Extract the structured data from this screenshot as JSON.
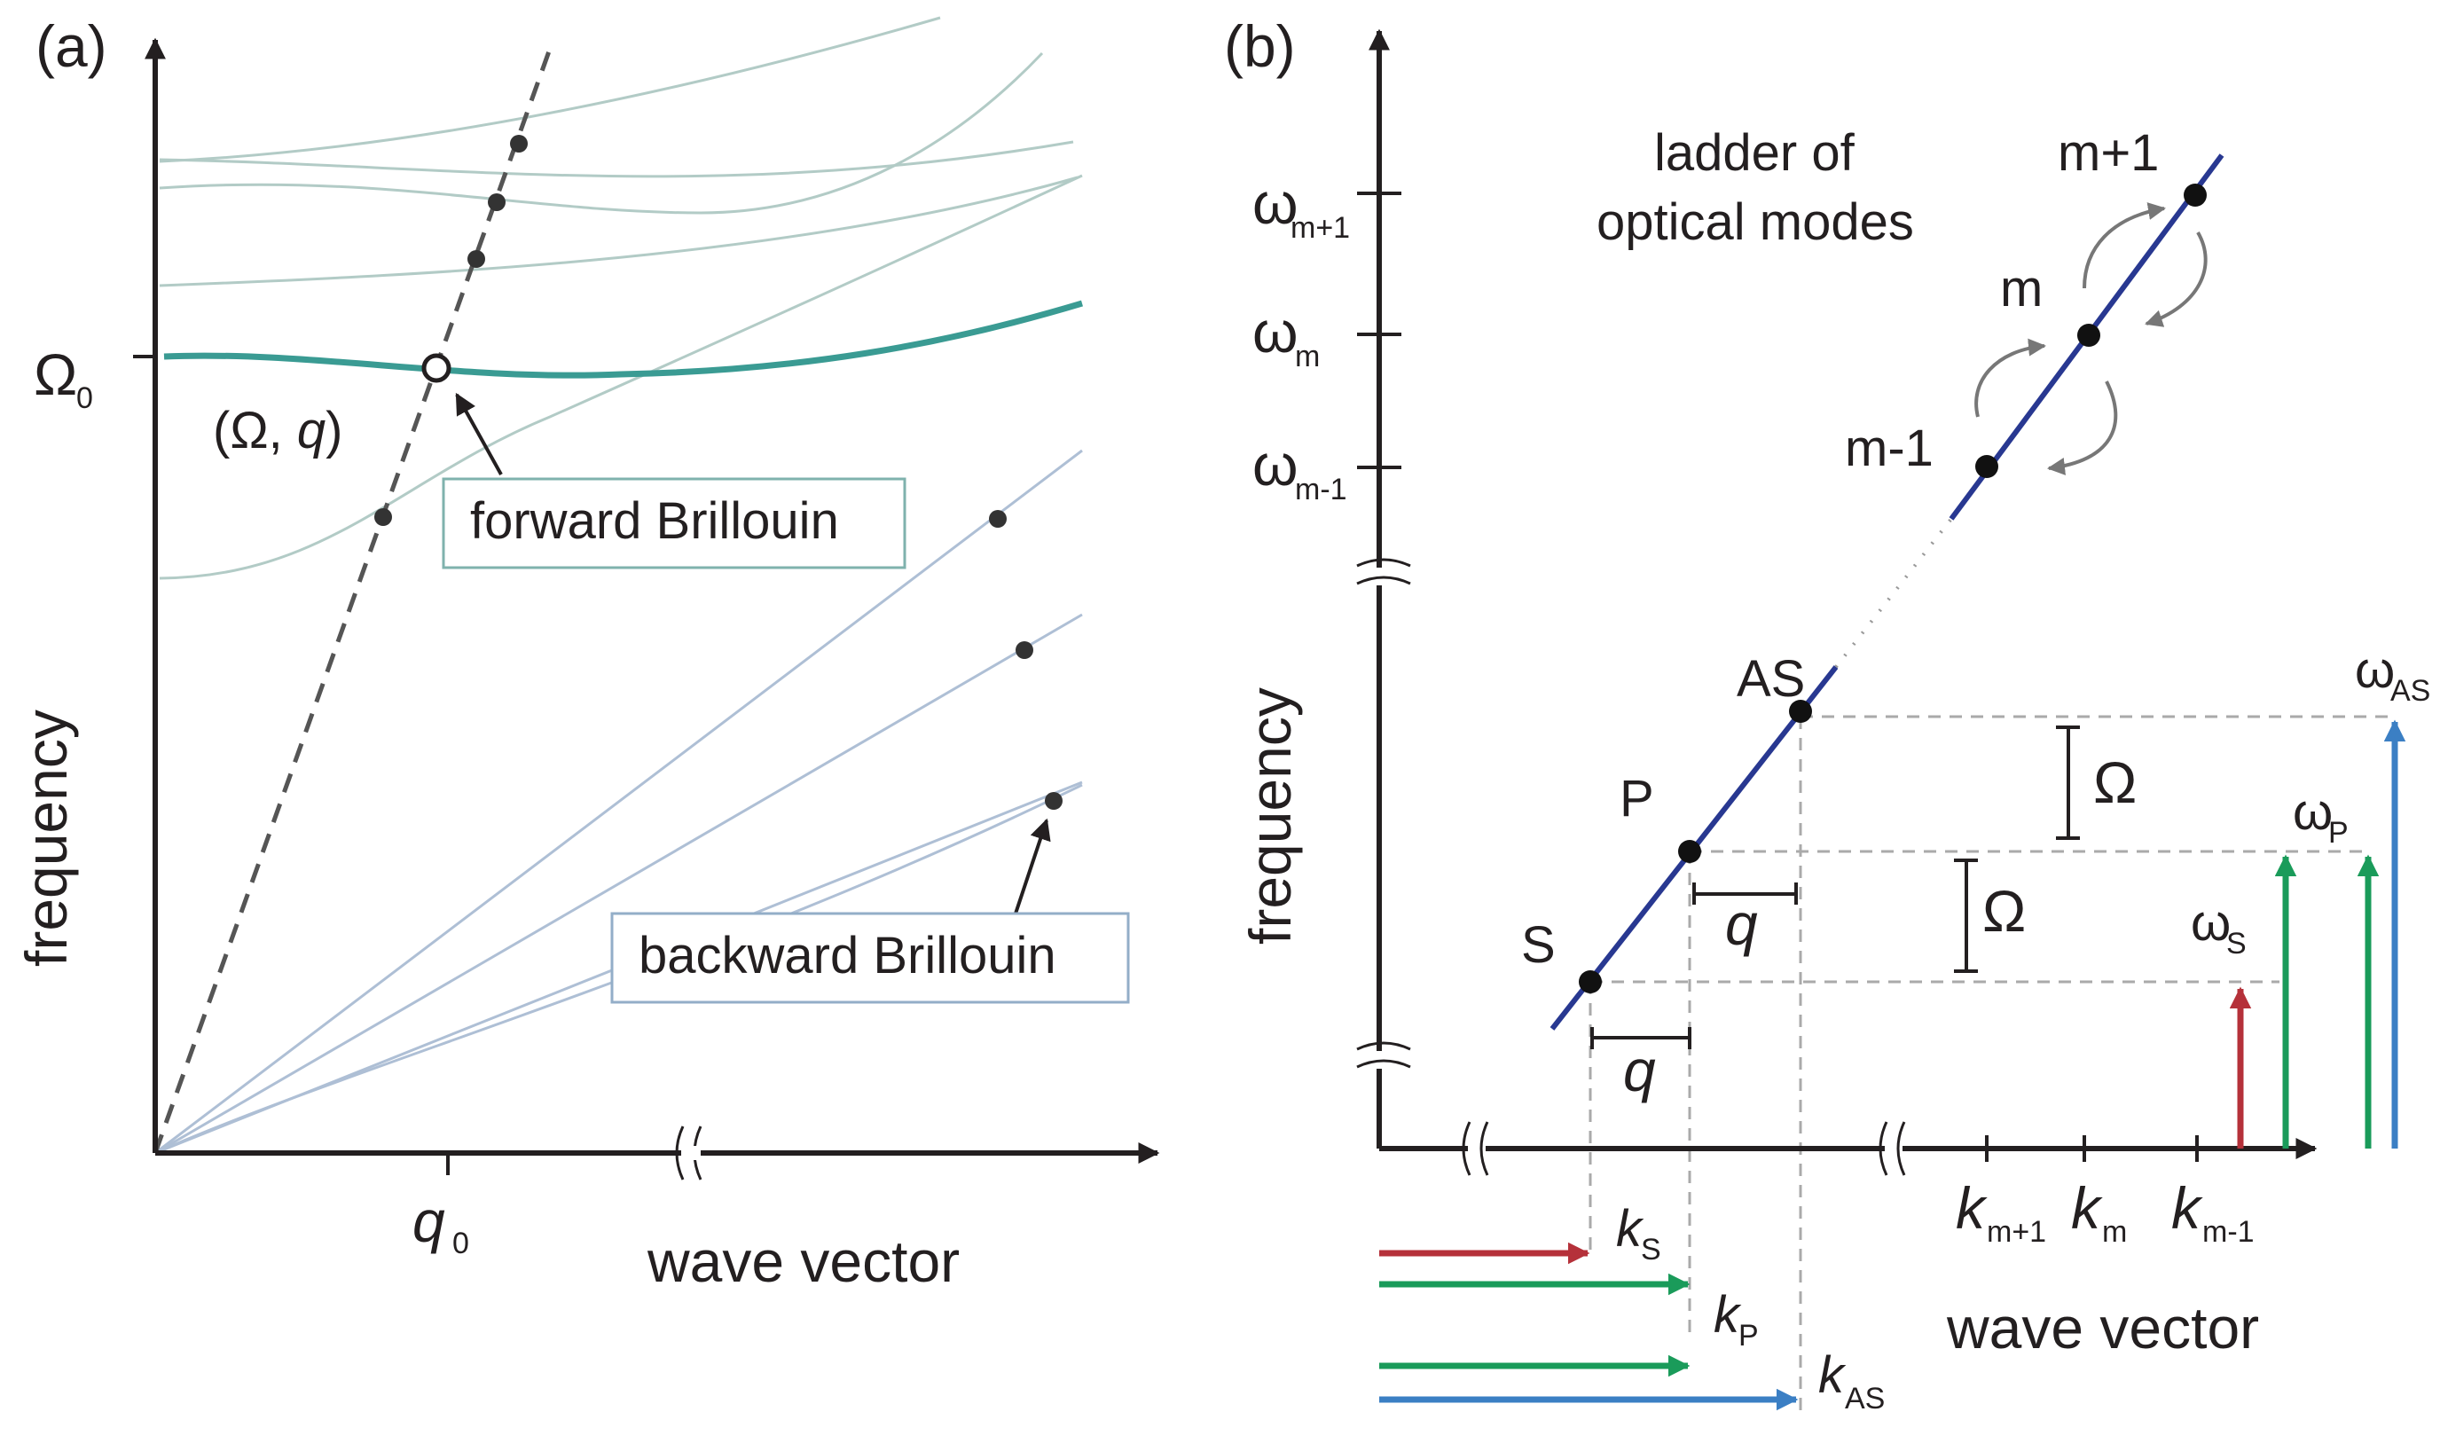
{
  "panel_a": {
    "label": "(a)",
    "y_axis": "frequency",
    "x_axis": "wave vector",
    "omega0": "Ω",
    "omega0_sub": "0",
    "q0": "q",
    "q0_sub": "0",
    "point_label": "(Ω, q)",
    "callout_forward": "forward Brillouin",
    "callout_backward": "backward Brillouin"
  },
  "panel_b": {
    "label": "(b)",
    "y_axis": "frequency",
    "x_axis": "wave vector",
    "ladder_title_1": "ladder of",
    "ladder_title_2": "optical modes",
    "omega": "ω",
    "tick_m1": "m+1",
    "tick_m": "m",
    "tick_mm1": "m-1",
    "mode_m1": "m+1",
    "mode_m": "m",
    "mode_mm1": "m-1",
    "pt_AS": "AS",
    "pt_P": "P",
    "pt_S": "S",
    "Omega": "Ω",
    "q": "q",
    "k": "k",
    "k_m1": "m+1",
    "k_m": "m",
    "k_mm1": "m-1",
    "sub_S": "S",
    "sub_P": "P",
    "sub_AS": "AS"
  },
  "colors": {
    "stokes": "#b5313a",
    "pump": "#1a9b5a",
    "anti_stokes": "#3b7fc4",
    "mode_line": "#283891",
    "acoustic_highlight": "#3a9b93"
  }
}
